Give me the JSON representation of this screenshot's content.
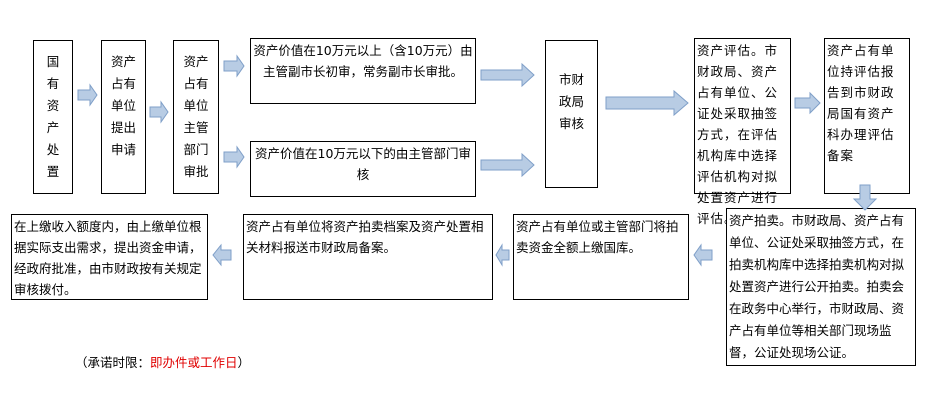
{
  "steps": {
    "s1": "国有资产处置",
    "s2": "资产占有单位提出申请",
    "s3": "资产占有单位主管部门审批",
    "s4": "资产价值在10万元以上（含10万元）由主管副市长初审，常务副市长审批。",
    "s5": "资产价值在10万元以下的由主管部门审核",
    "s6": "市财政局审核",
    "s7": "资产评估。市财政局、资产占有单位、公证处采取抽签方式，在评估机构库中选择评估机构对拟处置资产进行评估。",
    "s8": "资产占有单位持评估报告到市财政局国有资产科办理评估备案",
    "s9": "资产拍卖。市财政局、资产占有单位、公证处采取抽签方式，在拍卖机构库中选择拍卖机构对拟处置资产进行公开拍卖。拍卖会在政务中心举行，市财政局、资产占有单位等相关部门现场监督，公证处现场公证。",
    "s10": "资产占有单位或主管部门将拍卖资金全额上缴国库。",
    "s11": "资产占有单位将资产拍卖档案及资产处置相关材料报送市财政局备案。",
    "s12": "在上缴收入额度内，由上缴单位根据实际支出需求，提出资金申请，经政府批准，由市财政按有关规定审核拨付。"
  },
  "note": {
    "prefix": "（承诺时限：",
    "value": "即办件或工作日",
    "suffix": "）"
  },
  "colors": {
    "arrow_fill": "#b8cce4",
    "arrow_stroke": "#7f9fc8",
    "highlight": "#e00000"
  }
}
